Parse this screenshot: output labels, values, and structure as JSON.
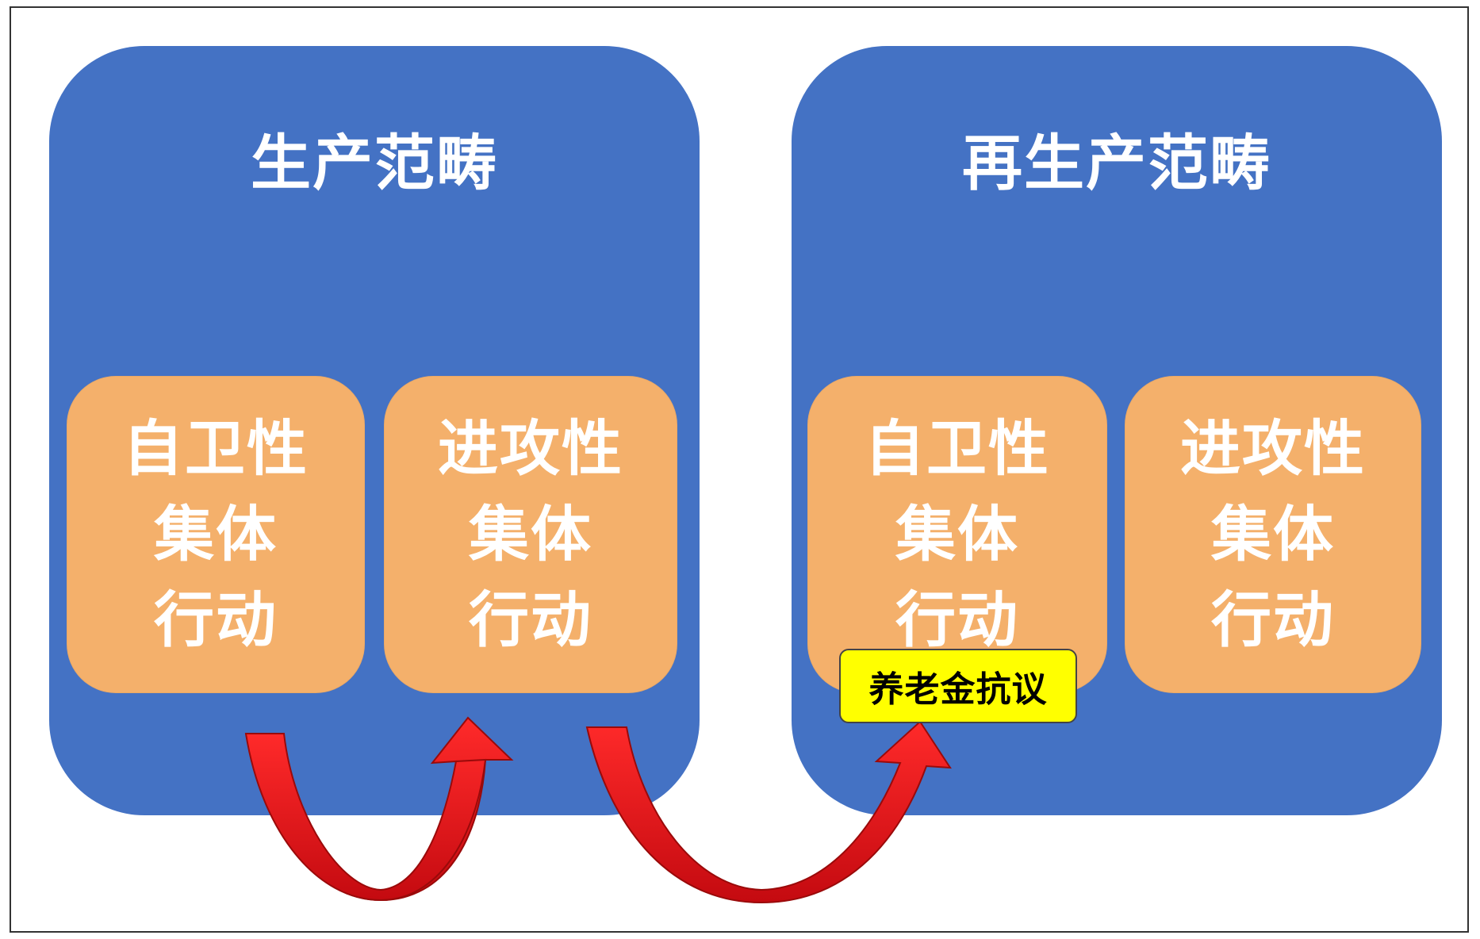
{
  "production": {
    "title": "生产范畴",
    "defensive": [
      "自卫性",
      "集体",
      "行动"
    ],
    "offensive": [
      "进攻性",
      "集体",
      "行动"
    ]
  },
  "reproduction": {
    "title": "再生产范畴",
    "defensive": [
      "自卫性",
      "集体",
      "行动"
    ],
    "offensive": [
      "进攻性",
      "集体",
      "行动"
    ]
  },
  "callout": {
    "label": "养老金抗议"
  },
  "colors": {
    "domain_fill": "#4472c4",
    "action_fill": "#f4b06b",
    "arrow_fill": "#e8141b",
    "callout_fill": "#ffff00"
  }
}
